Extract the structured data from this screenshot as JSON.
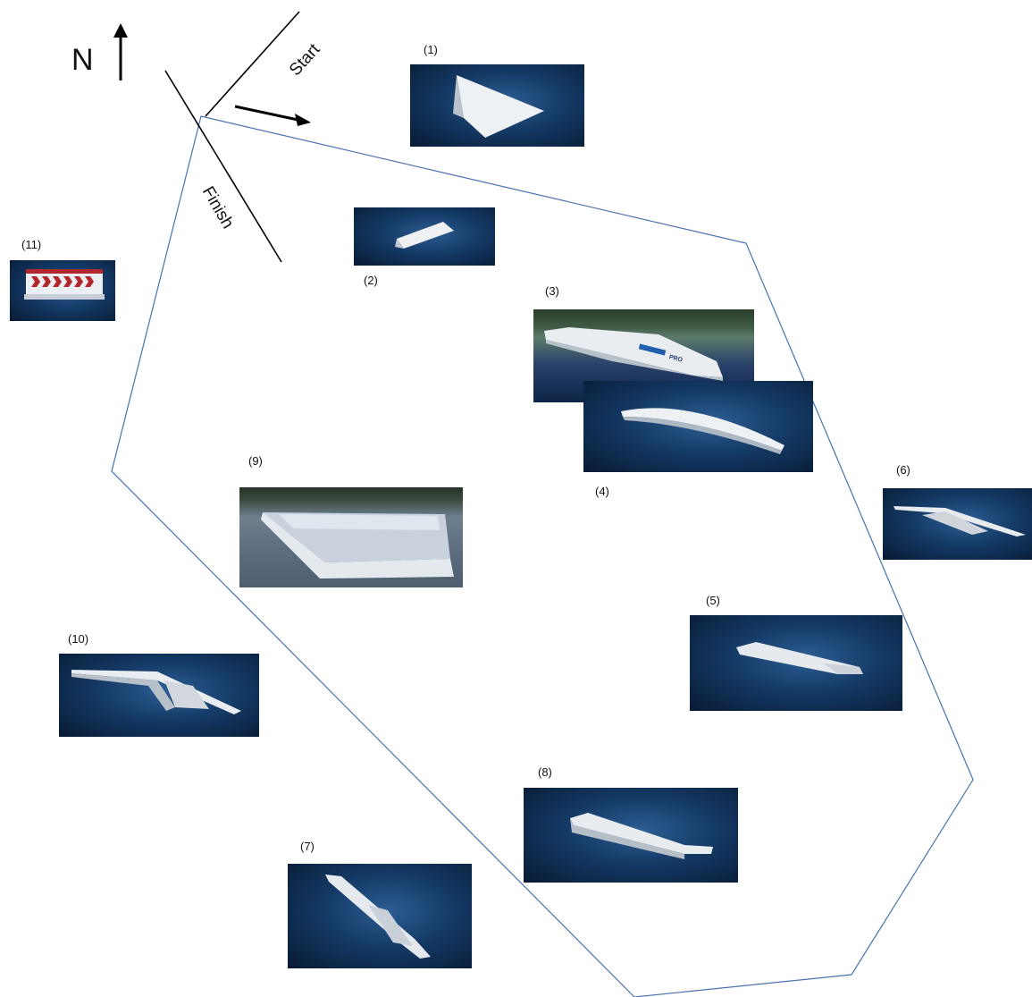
{
  "compass": {
    "letter": "N"
  },
  "start": {
    "label": "Start"
  },
  "finish": {
    "label": "Finish"
  },
  "obstacles": [
    {
      "num": "(1)"
    },
    {
      "num": "(2)"
    },
    {
      "num": "(3)",
      "brand": "PRO"
    },
    {
      "num": "(4)"
    },
    {
      "num": "(5)"
    },
    {
      "num": "(6)"
    },
    {
      "num": "(7)"
    },
    {
      "num": "(8)"
    },
    {
      "num": "(9)"
    },
    {
      "num": "(10)"
    },
    {
      "num": "(11)"
    }
  ],
  "colors": {
    "course_line": "#4a72b0",
    "water_dark": "#081a33",
    "water_mid": "#2c5d93",
    "obstacle": "#e8ecef"
  }
}
